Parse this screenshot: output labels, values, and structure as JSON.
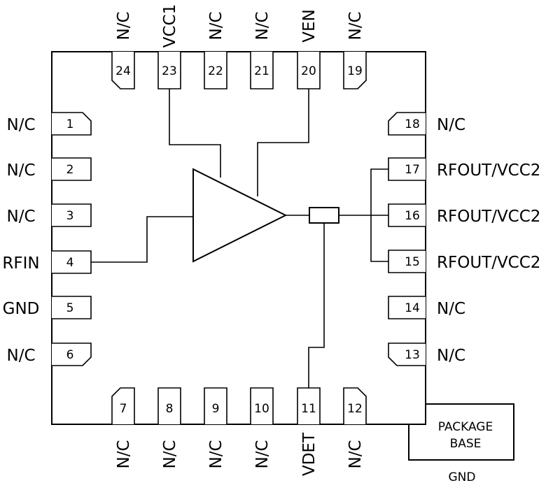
{
  "pins": [
    {
      "number": "1",
      "name": "N/C"
    },
    {
      "number": "2",
      "name": "N/C"
    },
    {
      "number": "3",
      "name": "N/C"
    },
    {
      "number": "4",
      "name": "RFIN"
    },
    {
      "number": "5",
      "name": "GND"
    },
    {
      "number": "6",
      "name": "N/C"
    },
    {
      "number": "7",
      "name": "N/C"
    },
    {
      "number": "8",
      "name": "N/C"
    },
    {
      "number": "9",
      "name": "N/C"
    },
    {
      "number": "10",
      "name": "N/C"
    },
    {
      "number": "11",
      "name": "VDET"
    },
    {
      "number": "12",
      "name": "N/C"
    },
    {
      "number": "13",
      "name": "N/C"
    },
    {
      "number": "14",
      "name": "N/C"
    },
    {
      "number": "15",
      "name": "RFOUT/VCC2"
    },
    {
      "number": "16",
      "name": "RFOUT/VCC2"
    },
    {
      "number": "17",
      "name": "RFOUT/VCC2"
    },
    {
      "number": "18",
      "name": "N/C"
    },
    {
      "number": "19",
      "name": "N/C"
    },
    {
      "number": "20",
      "name": "VEN"
    },
    {
      "number": "21",
      "name": "N/C"
    },
    {
      "number": "22",
      "name": "N/C"
    },
    {
      "number": "23",
      "name": "VCC1"
    },
    {
      "number": "24",
      "name": "N/C"
    }
  ],
  "package_base": {
    "line1": "PACKAGE",
    "line2": "BASE",
    "name": "GND"
  }
}
